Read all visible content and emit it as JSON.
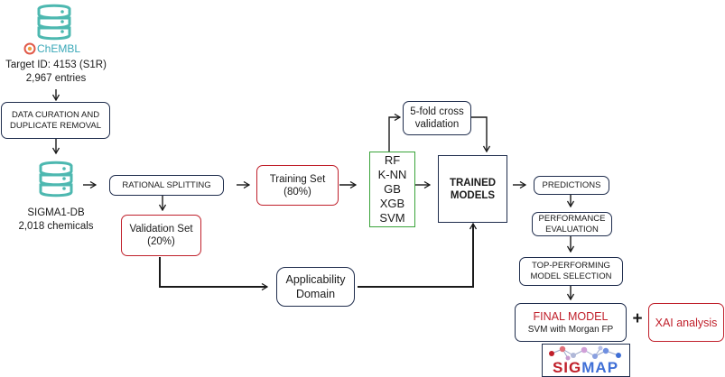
{
  "chembl": {
    "logo_text": "ChEMBL",
    "target_line": "Target ID: 4153 (S1R)",
    "entries_line": "2,967 entries"
  },
  "curation": {
    "line1": "DATA CURATION AND",
    "line2": "DUPLICATE REMOVAL"
  },
  "sigma_db": {
    "name": "SIGMA1-DB",
    "count": "2,018 chemicals"
  },
  "rational_splitting": {
    "label": "RATIONAL SPLITTING"
  },
  "validation_set": {
    "line1": "Validation Set",
    "line2": "(20%)"
  },
  "training_set": {
    "line1": "Training Set",
    "line2": "(80%)"
  },
  "models": {
    "items": [
      "RF",
      "K-NN",
      "GB",
      "XGB",
      "SVM"
    ]
  },
  "cross_validation": {
    "line1": "5-fold cross",
    "line2": "validation"
  },
  "trained_models": {
    "line1": "TRAINED",
    "line2": "MODELS"
  },
  "applicability": {
    "line1": "Applicability",
    "line2": "Domain"
  },
  "predictions": {
    "label": "PREDICTIONS"
  },
  "performance": {
    "line1": "PERFORMANCE",
    "line2": "EVALUATION"
  },
  "top_performing": {
    "line1": "TOP-PERFORMING",
    "line2": "MODEL SELECTION"
  },
  "final_model": {
    "title": "FINAL MODEL",
    "subtitle": "SVM with Morgan FP"
  },
  "plus_sign": "+",
  "xai": {
    "label": "XAI analysis"
  },
  "sigmap": {
    "part1": "SIG",
    "part2": "MAP"
  },
  "colors": {
    "navy": "#1f2d4d",
    "red": "#c0202b",
    "green": "#3aa43a",
    "teal": "#4db8b0",
    "sigmap_blue": "#3f6fd6"
  },
  "icons": {
    "database": "database-icon",
    "chembl_logo": "chembl-logo-icon",
    "arrow": "arrow-icon"
  }
}
